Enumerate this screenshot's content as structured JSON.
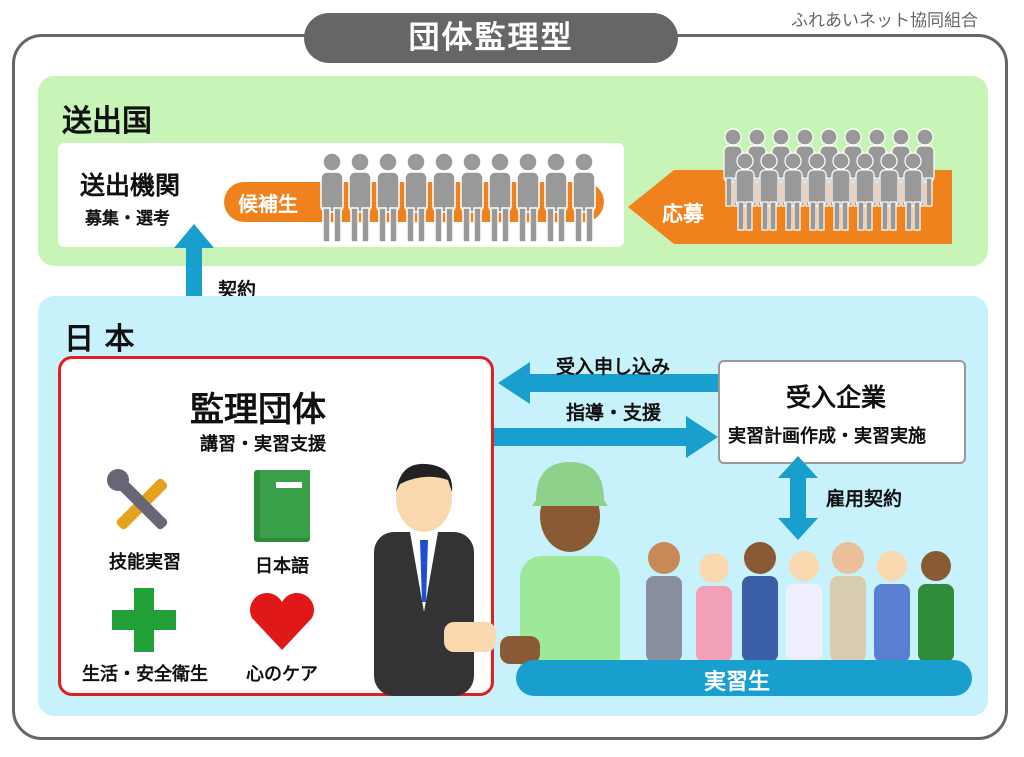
{
  "header": {
    "title": "団体監理型",
    "organization": "ふれあいネット協同組合"
  },
  "sending_country": {
    "label": "送出国",
    "agency_title": "送出機関",
    "agency_sub": "募集・選考",
    "candidates": "候補生",
    "apply": "応募"
  },
  "contract_label": "契約",
  "japan": {
    "label": "日 本",
    "supervising_title": "監理団体",
    "supervising_sub": "講習・実習支援",
    "services": [
      {
        "label": "技能実習",
        "icon": "tools-icon"
      },
      {
        "label": "日本語",
        "icon": "book-icon"
      },
      {
        "label": "生活・安全衛生",
        "icon": "cross-icon"
      },
      {
        "label": "心のケア",
        "icon": "heart-icon"
      }
    ],
    "request_label": "受入申し込み",
    "guidance_label": "指導・支援",
    "company_title": "受入企業",
    "company_sub": "実習計画作成・実習実施",
    "employment_label": "雇用契約",
    "trainees_label": "実習生"
  },
  "colors": {
    "orange": "#f0821e",
    "blue_arrow": "#189fce",
    "red_border": "#e02020",
    "green_zone": "#c8f4b8",
    "blue_zone": "#c8f2fb"
  }
}
